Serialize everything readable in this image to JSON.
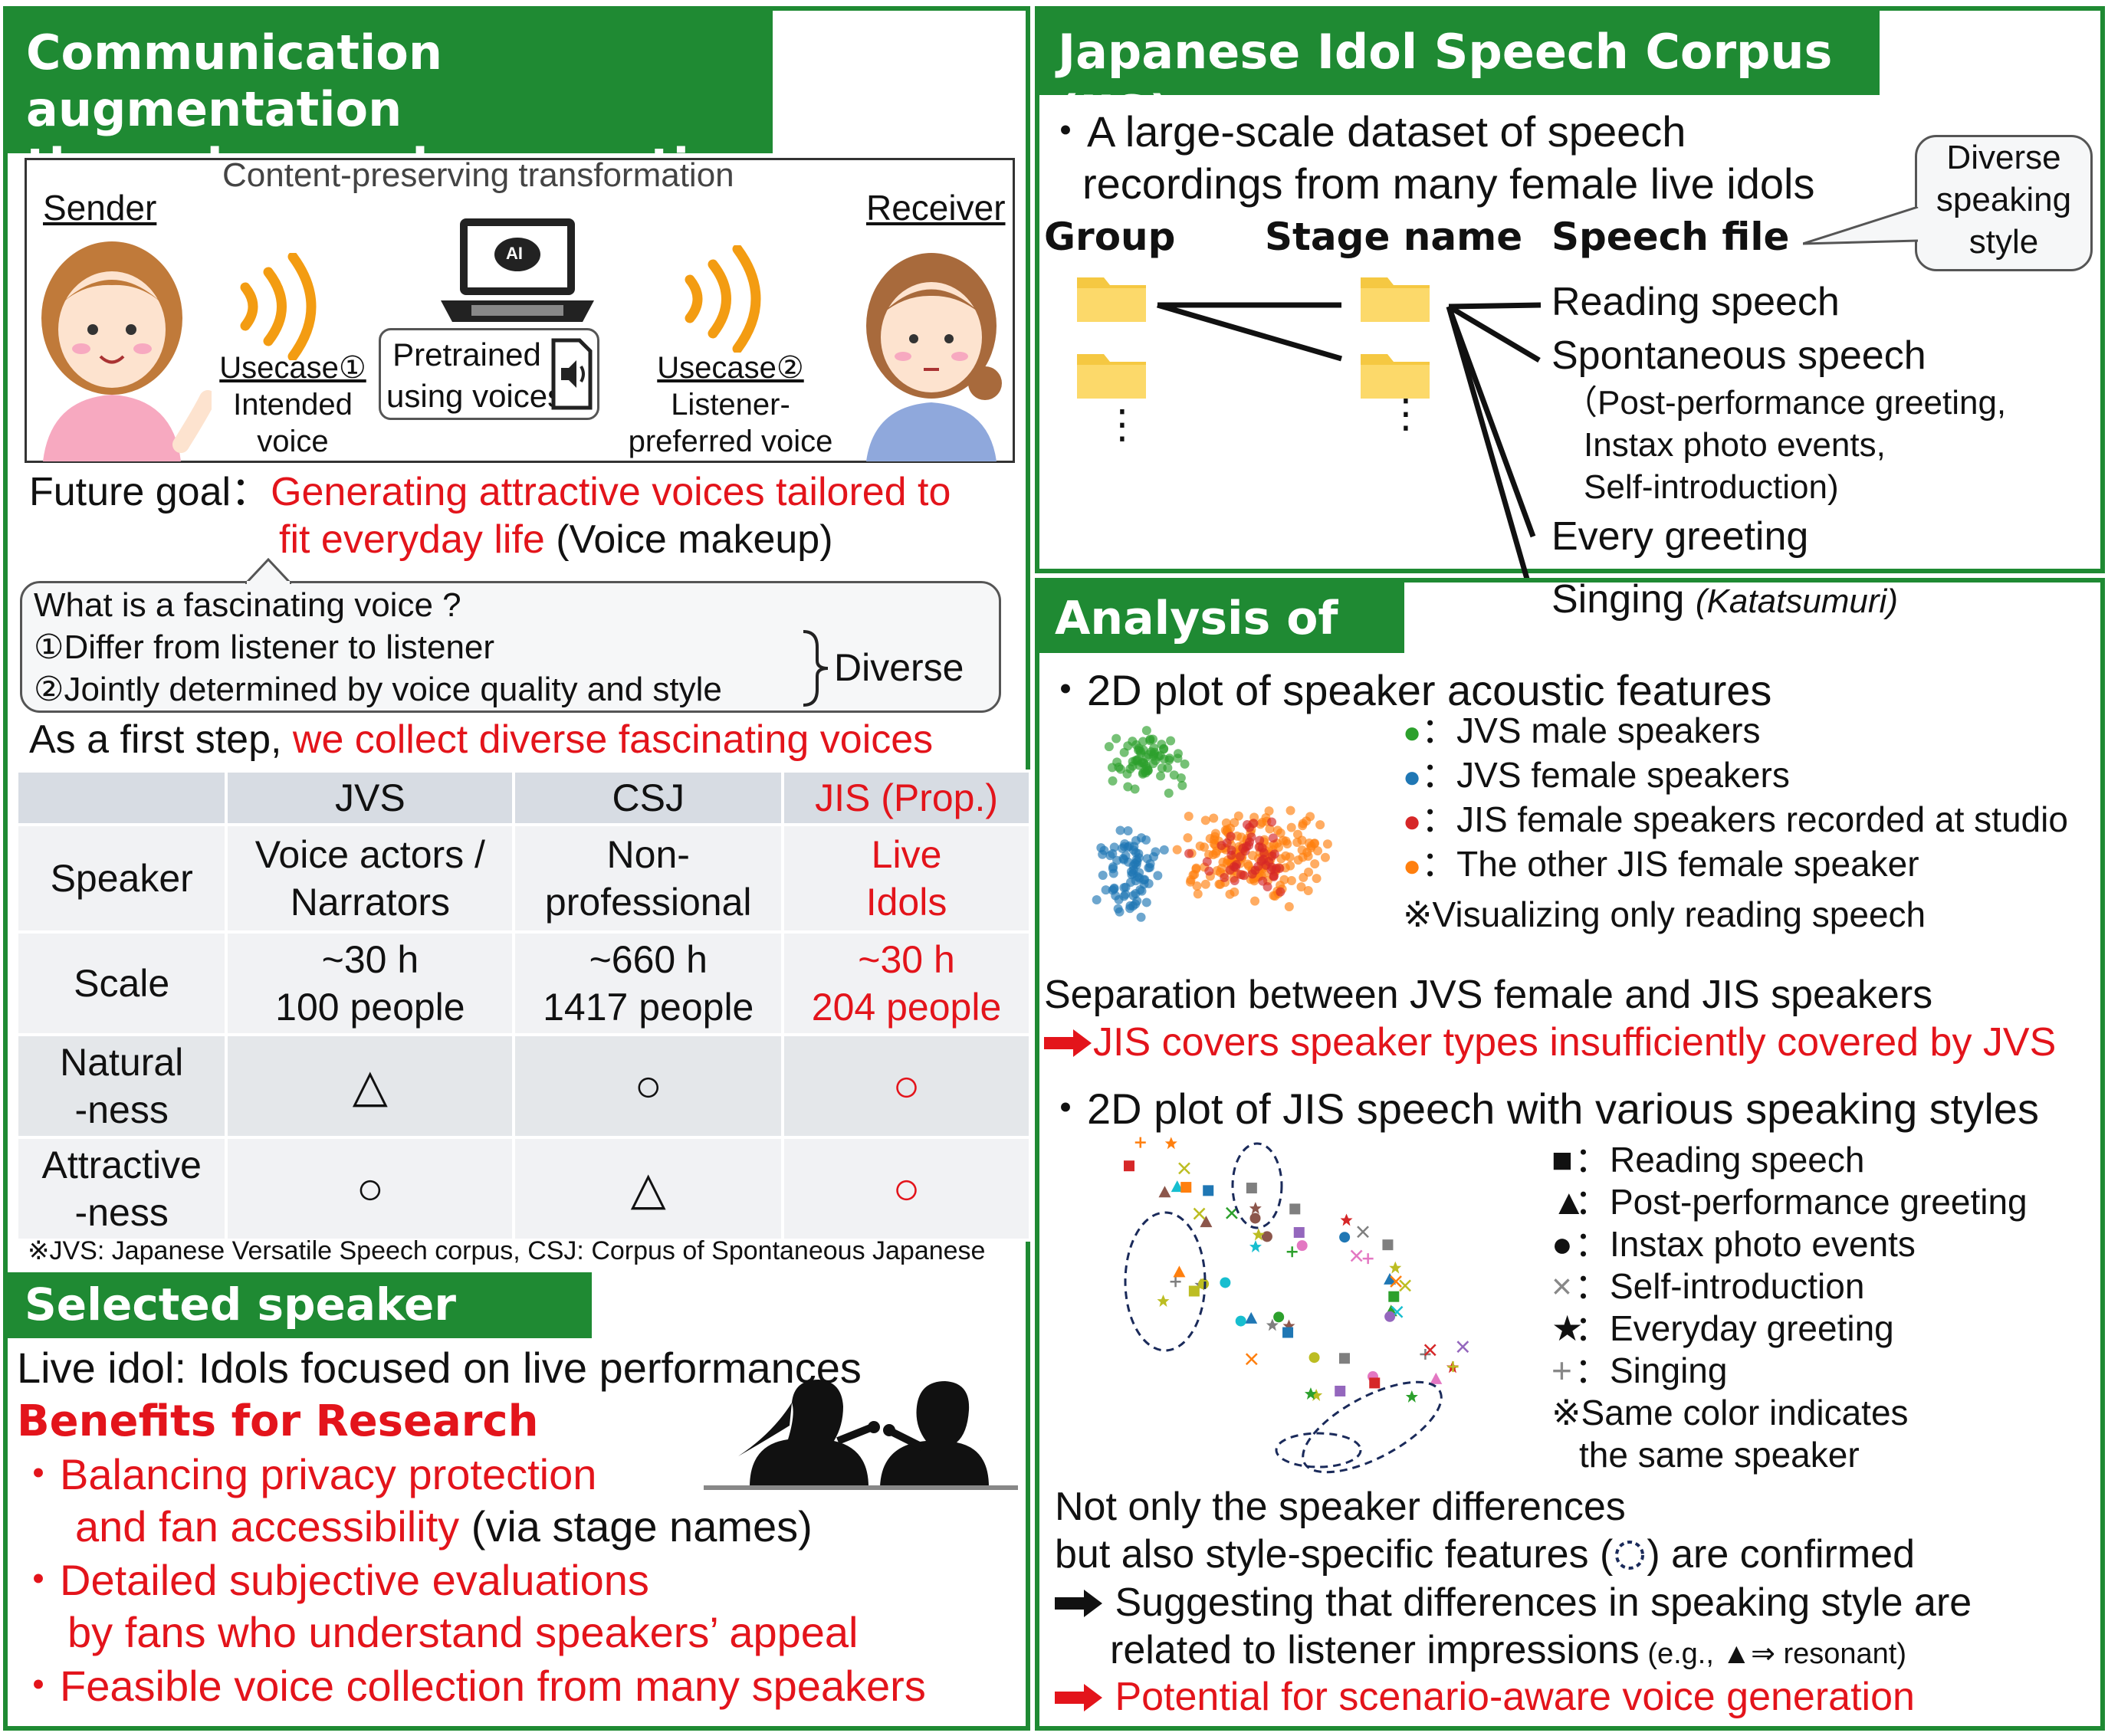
{
  "left": {
    "title_line1": "Communication augmentation",
    "title_line2": "through speech generation AI",
    "illus": {
      "caption": "Content-preserving transformation",
      "sender": "Sender",
      "receiver": "Receiver",
      "usecase1": "Usecase①",
      "usecase1_l1": "Intended",
      "usecase1_l2": "voice",
      "usecase2": "Usecase②",
      "usecase2_l1": "Listener-",
      "usecase2_l2": "preferred voice",
      "pretrained_l1": "Pretrained",
      "pretrained_l2": "using voices",
      "ai_label": "AI"
    },
    "future_goal_label": "Future goal：",
    "future_goal_red1": "Generating attractive voices tailored to",
    "future_goal_red2": "fit everyday life",
    "future_goal_suffix": " (Voice makeup)",
    "q_title": "What is a fascinating voice ?",
    "q_item1": "①Differ from listener to listener",
    "q_item2": "②Jointly determined by voice quality and style",
    "q_diverse": "Diverse",
    "first_step_prefix": "As a first step, ",
    "first_step_red": "we collect diverse fascinating voices",
    "table": {
      "headers": [
        "",
        "JVS",
        "CSJ",
        "JIS (Prop.)"
      ],
      "speaker_label": "Speaker",
      "speaker": [
        [
          "Voice actors /",
          "Narrators"
        ],
        [
          "Non-",
          "professional"
        ],
        [
          "Live",
          "Idols"
        ]
      ],
      "scale_label": "Scale",
      "scale": [
        [
          "~30 h",
          "100 people"
        ],
        [
          "~660 h",
          "1417 people"
        ],
        [
          "~30 h",
          "204 people"
        ]
      ],
      "natural_label": [
        "Natural",
        "-ness"
      ],
      "natural": [
        "△",
        "○",
        "○"
      ],
      "attractive_label": [
        "Attractive",
        "-ness"
      ],
      "attractive": [
        "○",
        "△",
        "○"
      ]
    },
    "footnote": "※JVS: Japanese Versatile Speech corpus, CSJ: Corpus of Spontaneous Japanese",
    "genre_title": "Selected speaker genre",
    "genre_def": "Live idol: Idols focused on live performances",
    "benefits_title": "Benefits for Research",
    "benefit1_red1": "・Balancing privacy protection",
    "benefit1_red2": "and fan accessibility",
    "benefit1_suffix": " (via stage names)",
    "benefit2_red1": "・Detailed subjective evaluations",
    "benefit2_red2": "by fans who understand speakers’ appeal",
    "benefit3_red": "・Feasible voice collection from many speakers"
  },
  "right": {
    "title": "Japanese Idol Speech Corpus (JIS)",
    "desc1": "・A large-scale dataset of speech",
    "desc2": "recordings from many female live idols",
    "callout": [
      "Diverse",
      "speaking",
      "style"
    ],
    "col_group": "Group",
    "col_stage": "Stage name",
    "col_file": "Speech file",
    "ellipsis": "⋮",
    "files": {
      "reading": "Reading speech",
      "spontaneous": "Spontaneous speech",
      "spont_sub1": "（Post-performance greeting,",
      "spont_sub2": "Instax photo events,",
      "spont_sub3": "Self-introduction)",
      "every": "Every greeting",
      "singing": "Singing",
      "singing_note": "(Katatsumuri)"
    },
    "analysis_title": "Analysis of JIS",
    "plot1_title": "・2D plot of speaker acoustic features",
    "legend1": [
      {
        "label": "：JVS male speakers",
        "color": "#2ca02c"
      },
      {
        "label": "：JVS female speakers",
        "color": "#1f77b4"
      },
      {
        "label": "：JIS female speakers recorded at studio",
        "color": "#d62728"
      },
      {
        "label": "：The other JIS female speaker",
        "color": "#ff7f0e"
      }
    ],
    "legend1_note": "※Visualizing only reading speech",
    "sep_text": "Separation between JVS female and JIS speakers",
    "sep_red": "JIS covers speaker types insufficiently covered by JVS",
    "plot2_title": "・2D plot of JIS speech with various speaking styles",
    "legend2": [
      {
        "sym": "■",
        "label": "：Reading speech"
      },
      {
        "sym": "▲",
        "label": "：Post-performance greeting"
      },
      {
        "sym": "●",
        "label": "：Instax photo events"
      },
      {
        "sym": "×",
        "label": "：Self-introduction"
      },
      {
        "sym": "★",
        "label": "：Everyday greeting"
      },
      {
        "sym": "+",
        "label": "：Singing"
      }
    ],
    "legend2_note1": "※Same color indicates",
    "legend2_note2": "the same speaker",
    "concl1": "Not only the speaker differences",
    "concl2a": "but also style-specific features (",
    "concl2b": ") are confirmed",
    "concl3": "Suggesting that differences in speaking style are",
    "concl4": "related to listener impressions",
    "concl4_eg": " (e.g., ▲⇒ resonant)",
    "concl5_red": "Potential for scenario-aware voice generation"
  },
  "colors": {
    "green": "#1f8a33",
    "red": "#e3141b"
  }
}
